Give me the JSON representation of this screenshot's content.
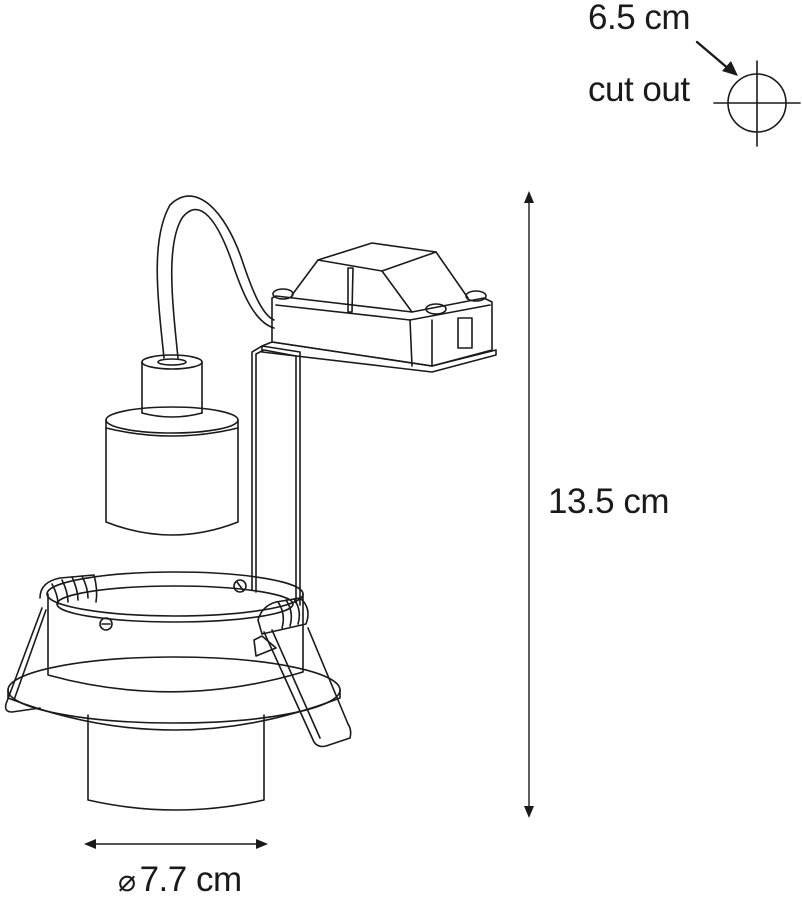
{
  "diagram": {
    "subject": "recessed spotlight fitting with junction box",
    "dimensions": {
      "cutout": {
        "value": "6.5 cm",
        "caption": "cut out",
        "icon": "crosshair-circle-icon"
      },
      "height": {
        "value": "13.5 cm"
      },
      "diameter": {
        "symbol": "⌀",
        "value": "7.7 cm"
      }
    },
    "parts": [
      "junction-box",
      "mounting-bracket",
      "cable",
      "lamp-holder",
      "trim-ring",
      "spring-clips",
      "housing-cylinder"
    ],
    "colors": {
      "line": "#1a1a1a",
      "background": "#ffffff"
    }
  }
}
